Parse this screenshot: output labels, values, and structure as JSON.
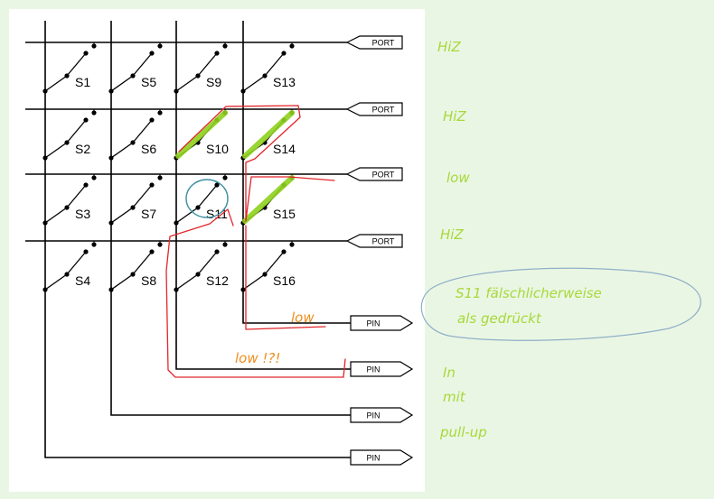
{
  "matrix": {
    "switch_labels": [
      [
        "S1",
        "S5",
        "S9",
        "S13"
      ],
      [
        "S2",
        "S6",
        "S10",
        "S14"
      ],
      [
        "S3",
        "S7",
        "S11",
        "S15"
      ],
      [
        "S4",
        "S8",
        "S12",
        "S16"
      ]
    ],
    "row_tag": "PORT",
    "col_tag": "PIN",
    "highlighted_switches": [
      "S10",
      "S14",
      "S15"
    ],
    "circled_switch": "S11"
  },
  "annotations": {
    "row_states": [
      "HiZ",
      "HiZ",
      "low",
      "HiZ"
    ],
    "note_line1": "S11 fälschlicherweise",
    "note_line2": "als gedrückt",
    "input_line1": "In",
    "input_line2": "mit",
    "input_line3": "pull-up",
    "col4_state": "low",
    "col3_state": "low !?!"
  },
  "colors": {
    "background": "#eaf6e4",
    "canvas": "#ffffff",
    "green_ink": "#a6d93a",
    "highlight": "#8fd11e",
    "orange_ink": "#ef8e1e",
    "red_ink": "#e1262c",
    "circle_ink": "#3f8fa3"
  }
}
